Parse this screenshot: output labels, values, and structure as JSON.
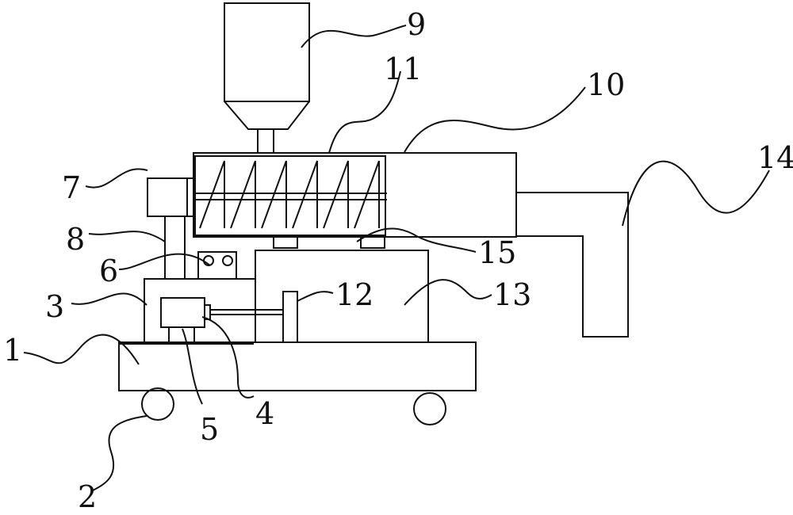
{
  "labels": {
    "l1": "1",
    "l2": "2",
    "l3": "3",
    "l4": "4",
    "l5": "5",
    "l6": "6",
    "l7": "7",
    "l8": "8",
    "l9": "9",
    "l10": "10",
    "l11": "11",
    "l12": "12",
    "l13": "13",
    "l14": "14",
    "l15": "15"
  },
  "colors": {
    "line": "#111111",
    "background": "#ffffff"
  }
}
